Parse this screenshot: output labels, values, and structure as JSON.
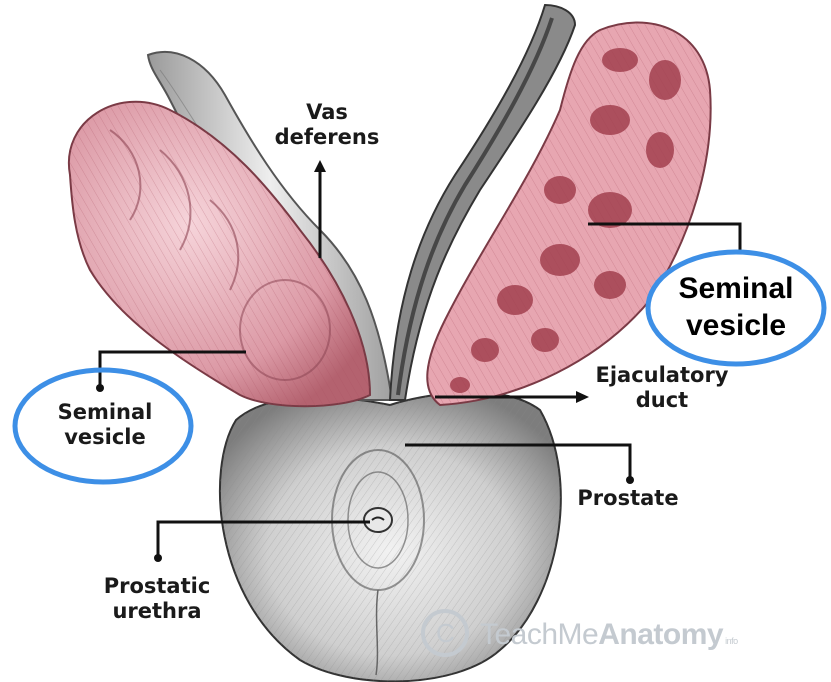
{
  "title": "",
  "colors": {
    "callout_ring": "#3d8fe6",
    "leader_line": "#111111",
    "vesicle_pink": "#d6909b",
    "prostate_gray": "#cfcfcf",
    "watermark": "#c4cad0"
  },
  "labels": {
    "vas_deferens": "Vas\ndeferens",
    "seminal_vesicle_left": "Seminal\nvesicle",
    "seminal_vesicle_right": "Seminal\nvesicle",
    "ejaculatory_duct": "Ejaculatory\nduct",
    "prostate": "Prostate",
    "prostatic_urethra": "Prostatic\nurethra"
  },
  "watermark": {
    "symbol": "C",
    "prefix": "TeachMe",
    "emphasis": "Anatomy",
    "suffix": "info"
  }
}
